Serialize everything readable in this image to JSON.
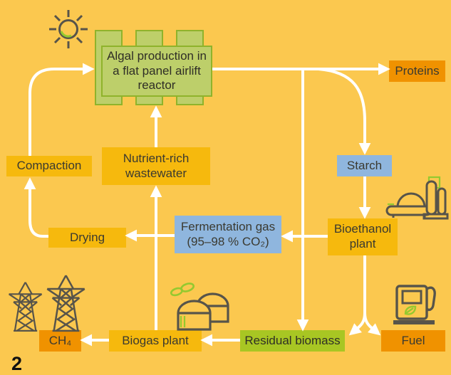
{
  "figure_label": "2",
  "colors": {
    "background": "#FBC84F",
    "gold_box": "#F6B90D",
    "orange_box": "#F09200",
    "blue_box": "#8FB6DE",
    "green_box": "#A8C623",
    "panel_green_fill": "#BDCF6A",
    "panel_green_border": "#8FB32B",
    "arrow": "#FFFFFF",
    "icon_stroke": "#57544A",
    "icon_green": "#94C92F",
    "text": "#3B3A30"
  },
  "nodes": {
    "algal": {
      "label": "Algal production in a flat panel airlift reactor",
      "type": "green-panel"
    },
    "proteins": {
      "label": "Proteins",
      "type": "orange"
    },
    "compaction": {
      "label": "Compaction",
      "type": "gold"
    },
    "nutrient": {
      "label": "Nutrient-rich wastewater",
      "type": "gold"
    },
    "drying": {
      "label": "Drying",
      "type": "gold"
    },
    "fermentation": {
      "label": "Fermentation gas (95–98 % CO₂)",
      "type": "blue"
    },
    "starch": {
      "label": "Starch",
      "type": "blue"
    },
    "bioethanol": {
      "label": "Bioethanol plant",
      "type": "gold"
    },
    "ch4": {
      "label": "CH₄",
      "type": "orange"
    },
    "biogas": {
      "label": "Biogas plant",
      "type": "gold"
    },
    "residual": {
      "label": "Residual biomass",
      "type": "green"
    },
    "fuel": {
      "label": "Fuel",
      "type": "orange"
    }
  },
  "icons": [
    {
      "name": "sun-icon",
      "meaning": "sunlight input to algal reactor"
    },
    {
      "name": "refinery-icon",
      "meaning": "bioethanol plant"
    },
    {
      "name": "fuel-pump-icon",
      "meaning": "fuel"
    },
    {
      "name": "biogas-plant-icon",
      "meaning": "biogas plant digester domes"
    },
    {
      "name": "eco-leaves-icon",
      "meaning": "green gas from biogas plant"
    },
    {
      "name": "power-pylons-icon",
      "meaning": "electricity from CH₄"
    }
  ],
  "edges": [
    {
      "from": "compaction",
      "to": "algal"
    },
    {
      "from": "drying",
      "to": "compaction"
    },
    {
      "from": "nutrient",
      "to": "algal"
    },
    {
      "from": "biogas",
      "to": "nutrient"
    },
    {
      "from": "fermentation",
      "to": "drying"
    },
    {
      "from": "algal",
      "to": "proteins"
    },
    {
      "from": "algal",
      "to": "residual"
    },
    {
      "from": "algal",
      "to": "starch"
    },
    {
      "from": "starch",
      "to": "bioethanol"
    },
    {
      "from": "bioethanol",
      "to": "fermentation"
    },
    {
      "from": "bioethanol",
      "to": "residual"
    },
    {
      "from": "bioethanol",
      "to": "fuel"
    },
    {
      "from": "residual",
      "to": "biogas"
    },
    {
      "from": "biogas",
      "to": "ch4"
    }
  ]
}
